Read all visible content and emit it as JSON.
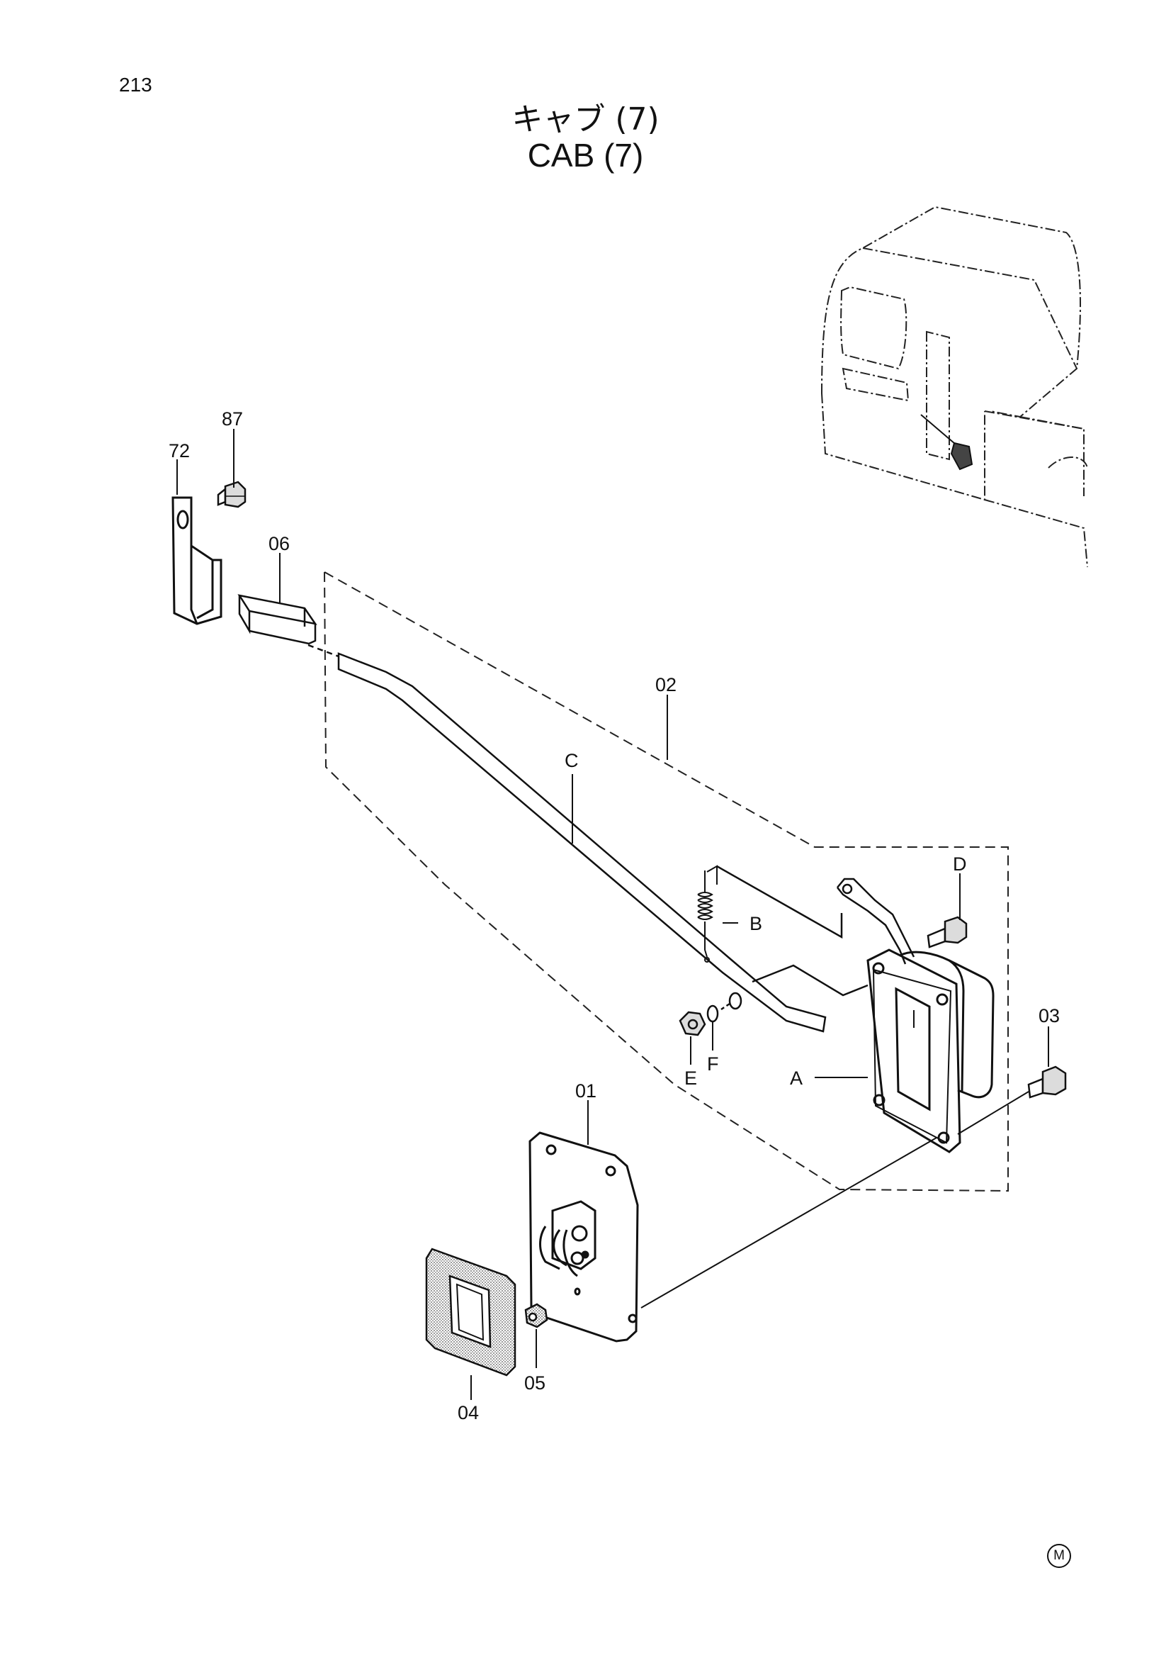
{
  "page_number": "213",
  "title": {
    "jp": "キャブ (7)",
    "en": "CAB (7)"
  },
  "callouts": {
    "p87": "87",
    "p72": "72",
    "p06": "06",
    "p02": "02",
    "pC": "C",
    "pD": "D",
    "pB": "B",
    "p03": "03",
    "pE": "E",
    "pF": "F",
    "pA": "A",
    "p01": "01",
    "p05": "05",
    "p04": "04"
  },
  "mark": "M"
}
